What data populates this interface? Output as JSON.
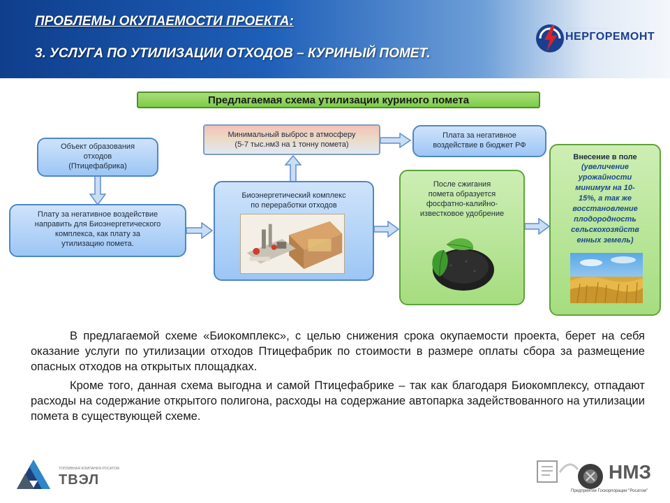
{
  "header": {
    "title": "ПРОБЛЕМЫ ОКУПАЕМОСТИ ПРОЕКТА:",
    "subtitle": "3. УСЛУГА ПО УТИЛИЗАЦИИ ОТХОДОВ – КУРИНЫЙ ПОМЕТ.",
    "logo_text": "НЕРГОРЕМОНТ"
  },
  "diagram": {
    "title": "Предлагаемая схема утилизации куриного помета",
    "source": {
      "line1": "Объект образования",
      "line2": "отходов",
      "line3": "(Птицефабрика)"
    },
    "payment": {
      "line1": "Плату за негативное воздействие",
      "line2": "направить для Биоэнергетического",
      "line3": "комплекса, как плату за",
      "line4": "утилизацию помета."
    },
    "bio_complex": {
      "line1": "Биоэнергетический комплекс",
      "line2": "по переработки отходов"
    },
    "emission": {
      "line1": "Минимальный выброс в атмосферу",
      "line2": "(5-7 тыс.нм3 на 1 тонну помета)"
    },
    "fee": {
      "line1": "Плата за негативное",
      "line2": "воздействие в бюджет РФ"
    },
    "ash": {
      "line1": "После сжигания",
      "line2": "помета образуется",
      "line3": "фосфатно-калийно-",
      "line4": "известковое удобрение"
    },
    "field": {
      "head": "Внесение в поле",
      "body1": "(увеличение",
      "body2": "урожайности",
      "body3": "минимум на 10-",
      "body4": "15%, а так же",
      "body5": "восстановление",
      "body6": "плодородность",
      "body7": "сельскохозяйств",
      "body8": "енных земель)"
    }
  },
  "text": {
    "para1": "В предлагаемой схеме «Биокомплекс», с целью снижения срока окупаемости проекта, берет на себя оказание услуги по утилизации отходов Птицефабрик по стоимости в размере оплаты сбора за размещение опасных отходов на открытых площадках.",
    "para2": "Кроме того, данная схема выгодна и самой Птицефабрике – так как благодаря Биокомплексу, отпадают расходы на содержание открытого полигона, расходы на содержание автопарка задействованного на утилизации помета в существующей схеме."
  },
  "footer": {
    "tvel": "ТВЭЛ",
    "tvel_tiny": "ТОПЛИВНАЯ КОМПАНИЯ РОСАТОМ",
    "nmz": "НМЗ",
    "nmz_tiny": "Предприятие Госкорпорации \"Росатом\""
  },
  "colors": {
    "header_blue": "#1e5fb8",
    "box_blue": "#9cc6f5",
    "box_green": "#a6dd80",
    "field_text": "#1a4a8a",
    "logo_red": "#d8232a"
  },
  "icons": [
    "energoremont-logo",
    "tvel-logo",
    "nmz-logo",
    "rosatom-logo"
  ]
}
